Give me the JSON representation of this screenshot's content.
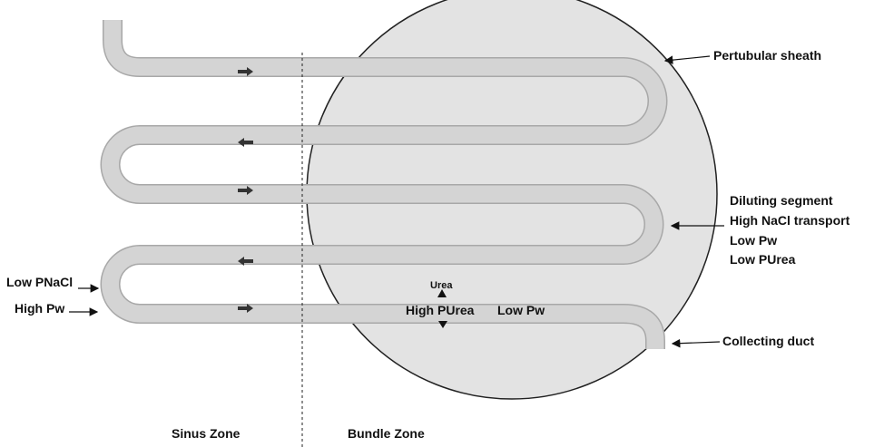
{
  "labels": {
    "pertubular_sheath": "Pertubular sheath",
    "diluting_segment": [
      "Diluting segment",
      "High NaCl transport",
      "Low Pw",
      "Low PUrea"
    ],
    "collecting_duct": "Collecting duct",
    "low_p_nacl": "Low PNaCl",
    "high_pw": "High Pw",
    "urea": "Urea",
    "high_p_urea": "High PUrea",
    "low_pw_bundle": "Low Pw",
    "sinus_zone": "Sinus Zone",
    "bundle_zone": "Bundle Zone"
  },
  "colors": {
    "tube_fill": "#d4d4d4",
    "tube_edge": "#a8a8a8",
    "sheath_fill": "#e3e3e3",
    "outline": "#222222"
  }
}
